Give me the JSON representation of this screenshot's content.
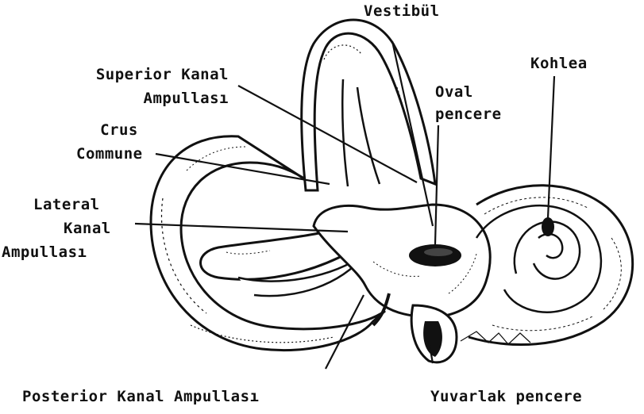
{
  "labels": {
    "vestibul": "Vestibül",
    "superior_line1": "Superior Kanal",
    "superior_line2": "Ampullası",
    "crus_line1": "Crus",
    "crus_line2": "Commune",
    "oval_line1": "Oval",
    "oval_line2": "pencere",
    "kohlea": "Kohlea",
    "lateral_line1": "Lateral",
    "lateral_line2": "Kanal",
    "lateral_line3": "Ampullası",
    "posterior": "Posterior Kanal Ampullası",
    "yuvarlak": "Yuvarlak pencere"
  },
  "colors": {
    "ink": "#111111",
    "paper": "#ffffff"
  }
}
